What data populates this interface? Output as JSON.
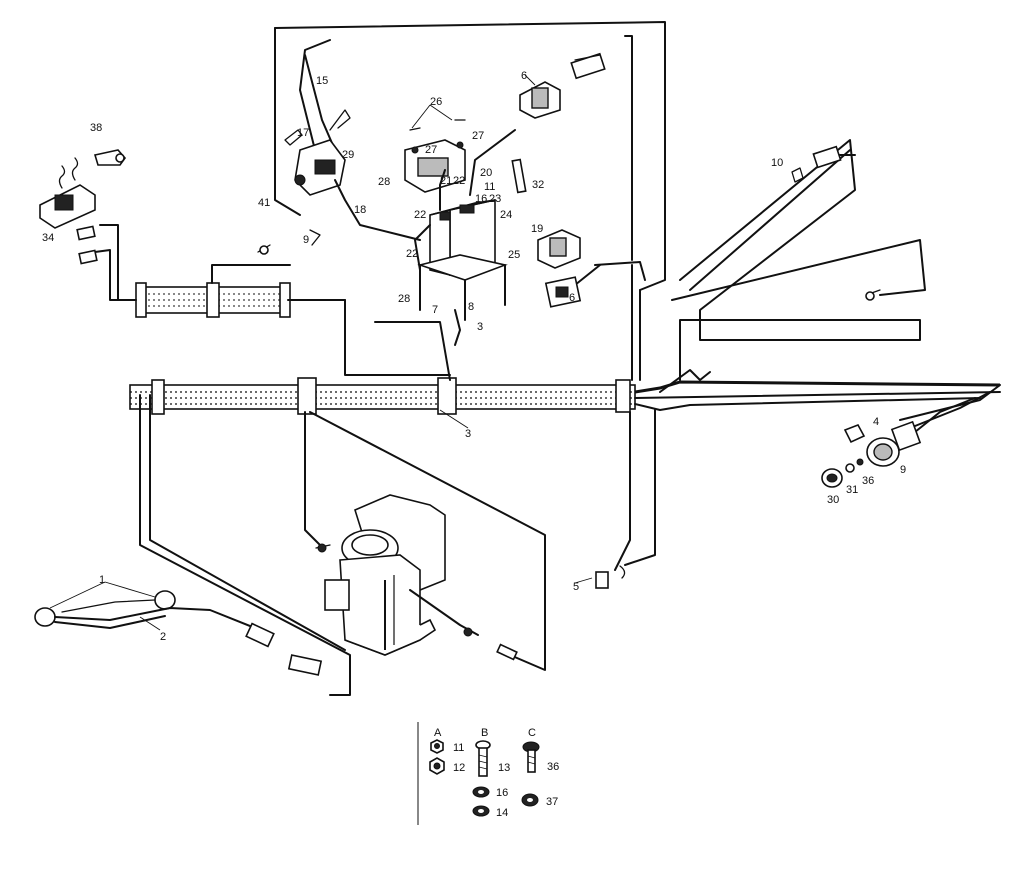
{
  "callouts": [
    {
      "id": "c38a",
      "text": "38"
    },
    {
      "id": "c34a",
      "text": "34"
    },
    {
      "id": "c41",
      "text": "41"
    },
    {
      "id": "c9a",
      "text": "9"
    },
    {
      "id": "c15",
      "text": "15"
    },
    {
      "id": "c17",
      "text": "17"
    },
    {
      "id": "c29",
      "text": "29"
    },
    {
      "id": "c18",
      "text": "18"
    },
    {
      "id": "c26",
      "text": "26"
    },
    {
      "id": "c27a",
      "text": "27"
    },
    {
      "id": "c27b",
      "text": "27"
    },
    {
      "id": "c28a",
      "text": "28"
    },
    {
      "id": "c21",
      "text": "21"
    },
    {
      "id": "c22a",
      "text": "22"
    },
    {
      "id": "c20",
      "text": "20"
    },
    {
      "id": "c11a",
      "text": "11"
    },
    {
      "id": "c23",
      "text": "23"
    },
    {
      "id": "c16a",
      "text": "16"
    },
    {
      "id": "c22b",
      "text": "22"
    },
    {
      "id": "c24",
      "text": "24"
    },
    {
      "id": "c22c",
      "text": "22"
    },
    {
      "id": "c25",
      "text": "25"
    },
    {
      "id": "c28b",
      "text": "28"
    },
    {
      "id": "c7",
      "text": "7"
    },
    {
      "id": "c8",
      "text": "8"
    },
    {
      "id": "c32",
      "text": "32"
    },
    {
      "id": "c19",
      "text": "19"
    },
    {
      "id": "c6a",
      "text": "6"
    },
    {
      "id": "c6b",
      "text": "6"
    },
    {
      "id": "c10",
      "text": "10"
    },
    {
      "id": "c3a",
      "text": "3"
    },
    {
      "id": "c3b",
      "text": "3"
    },
    {
      "id": "c4",
      "text": "4"
    },
    {
      "id": "c9b",
      "text": "9"
    },
    {
      "id": "c36a",
      "text": "36"
    },
    {
      "id": "c31",
      "text": "31"
    },
    {
      "id": "c30",
      "text": "30"
    },
    {
      "id": "c5",
      "text": "5"
    },
    {
      "id": "c1",
      "text": "1"
    },
    {
      "id": "c2",
      "text": "2"
    }
  ],
  "hardware_legend": {
    "columns": [
      "A",
      "B",
      "C"
    ],
    "items": [
      {
        "id": "h11",
        "text": "11"
      },
      {
        "id": "h12",
        "text": "12"
      },
      {
        "id": "h13",
        "text": "13"
      },
      {
        "id": "h36",
        "text": "36"
      },
      {
        "id": "h16",
        "text": "16"
      },
      {
        "id": "h14",
        "text": "14"
      },
      {
        "id": "h37",
        "text": "37"
      }
    ]
  }
}
